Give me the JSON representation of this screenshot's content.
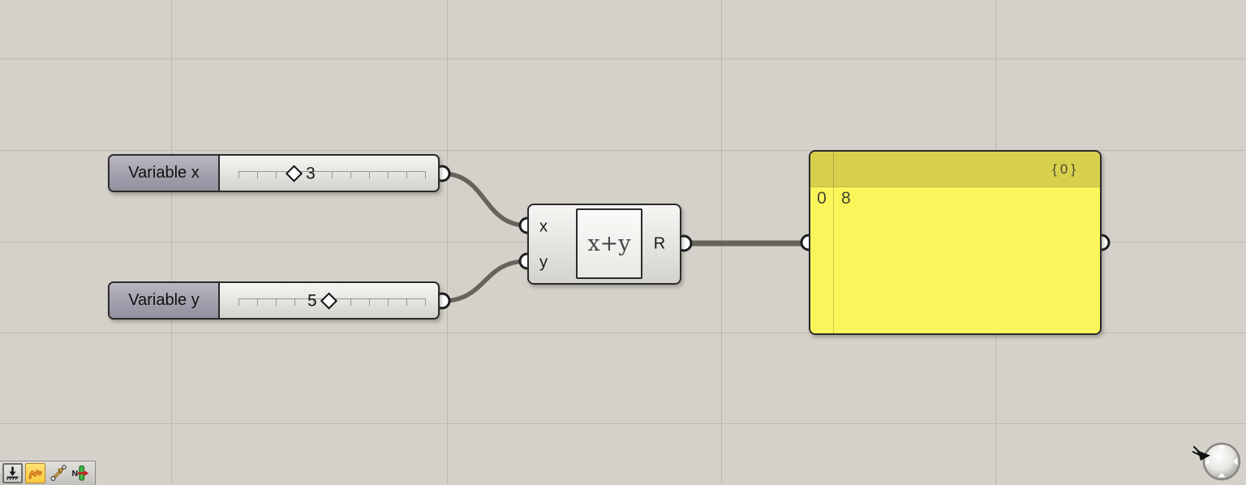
{
  "app": {
    "name": "Grasshopper canvas"
  },
  "colors": {
    "canvas_bg": "#d4d1ca",
    "grid_line": "#bab8b1",
    "component_border": "#2b2b2b",
    "slider_label_bg": "#a5a2ae",
    "wire": "#66635c",
    "panel_header": "#d7d04c",
    "panel_body": "#f9f55b",
    "panel_text": "#45452f",
    "port_fill": "#ffffff",
    "port_ring": "#1c1c1c",
    "active_button_bg": "#fbc93e"
  },
  "sliders": [
    {
      "label": "Variable x",
      "value": "3"
    },
    {
      "label": "Variable y",
      "value": "5"
    }
  ],
  "expression": {
    "input_1": "x",
    "input_2": "y",
    "formula": "x+y",
    "output": "R"
  },
  "panel": {
    "branch_path": "{0}",
    "rows": [
      {
        "index": "0",
        "value": "8"
      }
    ]
  },
  "toolbar": {
    "icons": [
      {
        "name": "dock-down-icon"
      },
      {
        "name": "sketch-scribble-icon",
        "active": true
      },
      {
        "name": "vector-display-icon"
      },
      {
        "name": "north-axis-icon"
      }
    ]
  },
  "compass": {
    "name": "canvas-navigation-ball"
  }
}
